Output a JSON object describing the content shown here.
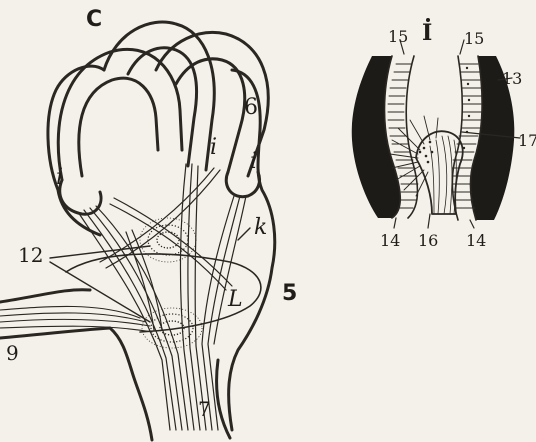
{
  "figure": {
    "left_panel": {
      "labels": {
        "top": "C",
        "i_left": "i",
        "i_mid": "i",
        "i_right": "i",
        "six": "6",
        "k": "k",
        "twelve": "12",
        "five": "5",
        "L": "L",
        "nine": "9",
        "seven": "7"
      }
    },
    "right_panel": {
      "labels": {
        "roman_one": "I",
        "fifteen_a": "15",
        "fifteen_b": "15",
        "thirteen": "13",
        "seventeen": "17",
        "fourteen_a": "14",
        "sixteen": "16",
        "fourteen_b": "14"
      }
    }
  },
  "colors": {
    "ink": "#2a2723",
    "paper": "#f3f1e9",
    "dark_wall": "#1d1b18"
  }
}
